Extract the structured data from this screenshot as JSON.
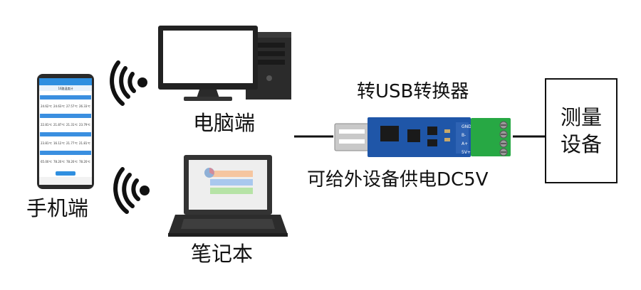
{
  "labels": {
    "computer": "电脑端",
    "phone": "手机端",
    "laptop": "笔记本",
    "converter": "转USB转换器",
    "power": "可给外设备供电DC5V",
    "device": "测量\n设备"
  },
  "terminal_pins": [
    "GND",
    "B-",
    "A+",
    "5V+"
  ],
  "phone_screen": {
    "title": "16路温度计",
    "readings": [
      "24.62℃",
      "24.63℃",
      "27.57℃",
      "26.33℃",
      "22.81℃",
      "21.87℃",
      "21.31℃",
      "23.79℃",
      "23.81℃",
      "16.12℃",
      "21.77℃",
      "21.81℃",
      "65.00℃",
      "78.20℃",
      "78.20℃",
      "78.20℃"
    ]
  },
  "colors": {
    "board": "#1f56a8",
    "terminal": "#27a844",
    "phone_header": "#2f8fe0"
  }
}
